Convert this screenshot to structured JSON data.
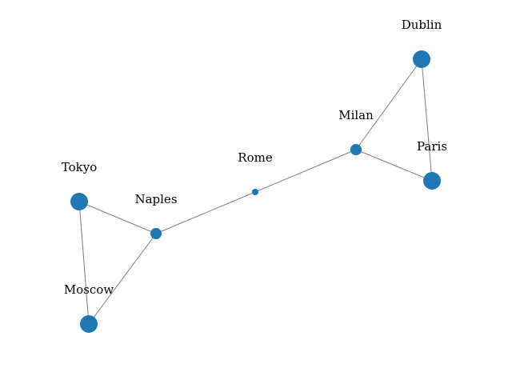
{
  "graph": {
    "colors": {
      "node": "#1f77b4",
      "edge": "#808080",
      "label": "#000000",
      "background": "#ffffff"
    },
    "nodes": [
      {
        "id": "dublin",
        "label": "Dublin",
        "size": "large"
      },
      {
        "id": "milan",
        "label": "Milan",
        "size": "medium"
      },
      {
        "id": "paris",
        "label": "Paris",
        "size": "large"
      },
      {
        "id": "rome",
        "label": "Rome",
        "size": "small"
      },
      {
        "id": "tokyo",
        "label": "Tokyo",
        "size": "large"
      },
      {
        "id": "naples",
        "label": "Naples",
        "size": "medium"
      },
      {
        "id": "moscow",
        "label": "Moscow",
        "size": "large"
      }
    ],
    "edges": [
      [
        "dublin",
        "milan"
      ],
      [
        "dublin",
        "paris"
      ],
      [
        "milan",
        "paris"
      ],
      [
        "milan",
        "rome"
      ],
      [
        "rome",
        "naples"
      ],
      [
        "naples",
        "tokyo"
      ],
      [
        "naples",
        "moscow"
      ],
      [
        "tokyo",
        "moscow"
      ]
    ]
  }
}
